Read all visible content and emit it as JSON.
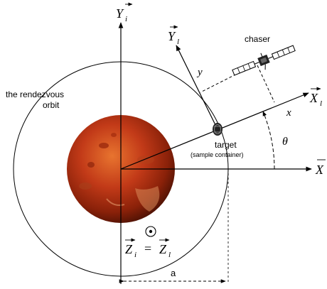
{
  "labels": {
    "orbit": [
      "the rendezvous",
      "orbit"
    ],
    "chaser": "chaser",
    "target": "target",
    "target_sub": "(sample container)",
    "theta": "θ",
    "distance_a": "a",
    "x_local": "x",
    "y_local": "y"
  },
  "axes": {
    "Y_i": {
      "main": "Y",
      "sub": "i"
    },
    "Y_l": {
      "main": "Y",
      "sub": "l"
    },
    "X_l": {
      "main": "X",
      "sub": "l"
    },
    "X": {
      "main": "X",
      "sub": ""
    },
    "Z_i": {
      "main": "Z",
      "sub": "i"
    },
    "Z_l": {
      "main": "Z",
      "sub": "l"
    },
    "equals": "="
  },
  "colors": {
    "planet_dark": "#6e1a08",
    "planet_mid": "#c0391a",
    "planet_light": "#e06a2c",
    "line": "#000000"
  }
}
